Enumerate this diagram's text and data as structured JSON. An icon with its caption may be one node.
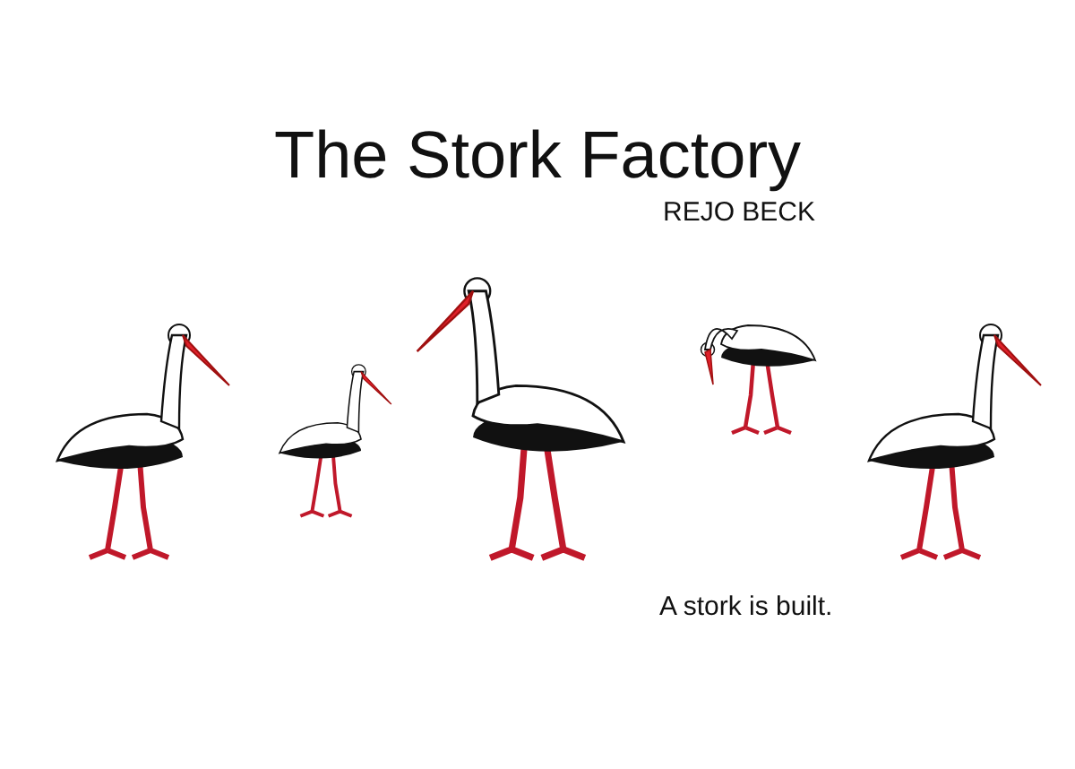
{
  "diagram": {
    "title": "The Stork Factory",
    "labels": [
      "REJO BECK",
      "A stork is built."
    ]
  }
}
